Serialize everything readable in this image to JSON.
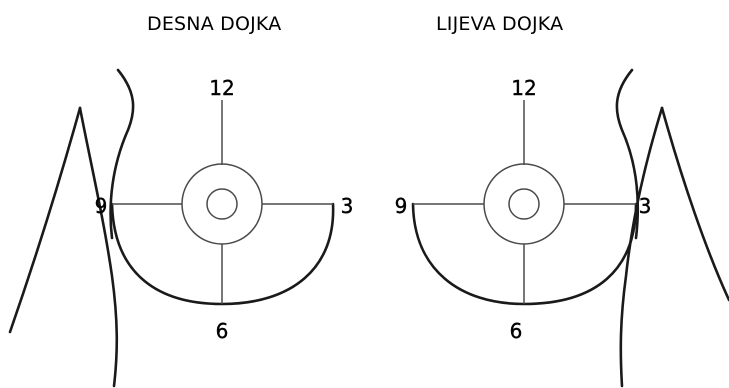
{
  "titles": {
    "right_breast": "DESNA DOJKA",
    "left_breast": "LIJEVA DOJKA"
  },
  "clock_positions": {
    "twelve": "12",
    "three": "3",
    "six": "6",
    "nine": "9"
  }
}
